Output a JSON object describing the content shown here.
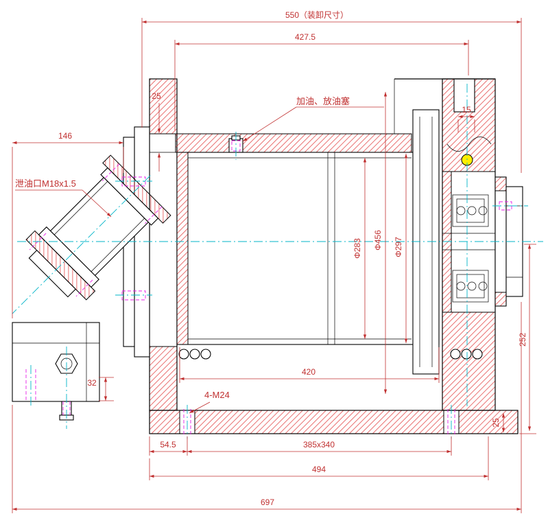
{
  "drawing": {
    "labels": {
      "fill_plug": "加油、放油塞",
      "drain_port": "泄油口M18x1.5"
    },
    "dims": {
      "overall_top": "550（装卸尺寸）",
      "upper_width": "427.5",
      "wall_thickness": "25",
      "groove": "15",
      "left_offset": "146",
      "dia283": "Φ283",
      "dia456": "Φ456",
      "dia297": "Φ297",
      "right_height": "252",
      "drum_length": "420",
      "bracket_step": "32",
      "bolt_holes": "4-M24",
      "base_edge": "54.5",
      "bolt_pattern": "385x340",
      "base_thickness": "25",
      "base_length": "494",
      "overall_length": "697"
    },
    "colors": {
      "outline": "#000000",
      "hatch": "#e03131",
      "dimension": "#c03030",
      "centerline": "#00b4c8",
      "hidden": "#e81ee8",
      "plug_highlight": "#ffee00"
    }
  }
}
